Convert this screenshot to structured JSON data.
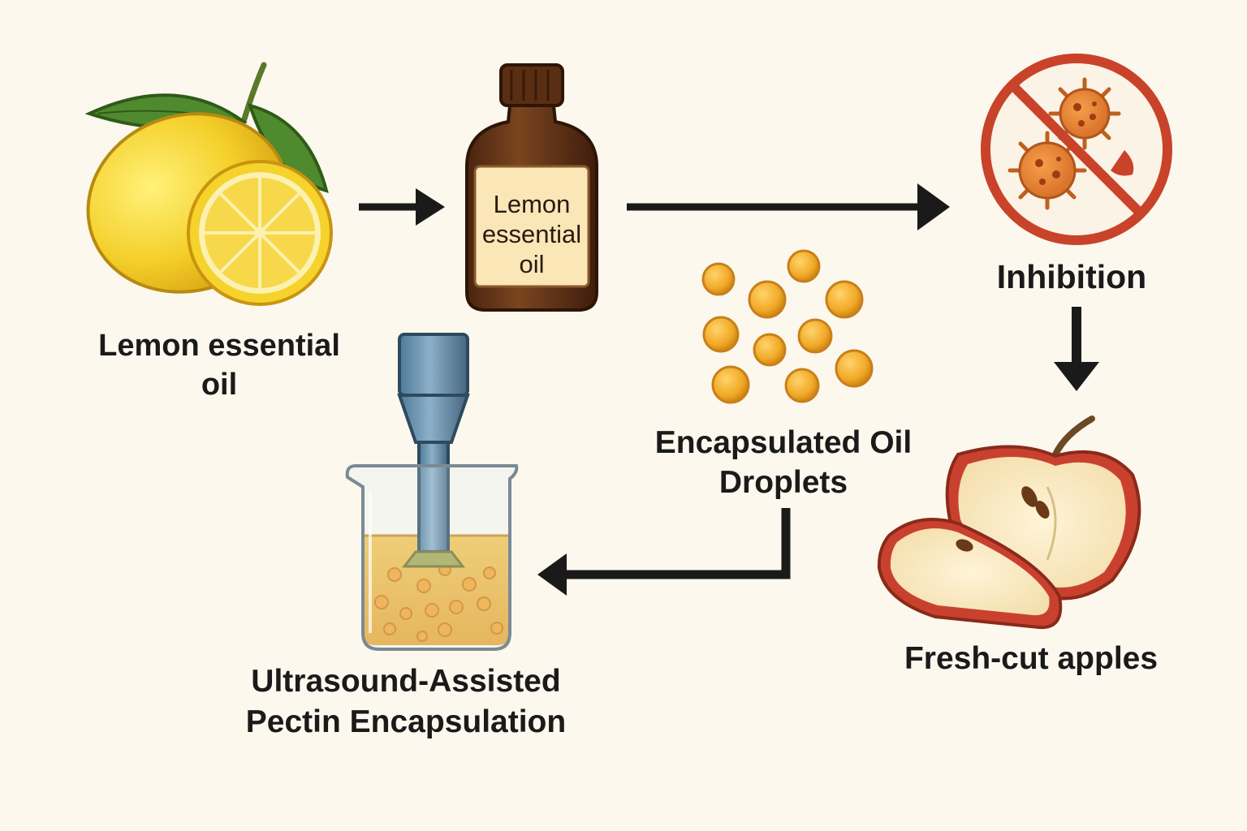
{
  "captions": {
    "lemon": [
      "Lemon essential",
      "oil"
    ],
    "bottle_label": [
      "Lemon",
      "essential",
      "oil"
    ],
    "inhibition": [
      "Inhibition"
    ],
    "droplets": [
      "Encapsulated Oil",
      "Droplets"
    ],
    "apples": [
      "Fresh-cut apples"
    ],
    "ultrasound": [
      "Ultrasound-Assisted",
      "Pectin Encapsulation"
    ]
  },
  "icons": {
    "lemons": "lemon-fruit-icon",
    "bottle": "essential-oil-bottle-icon",
    "inhibition": "no-microbes-icon",
    "droplets": "oil-droplets-icon",
    "apples": "apple-slices-icon",
    "probe": "ultrasound-probe-beaker-icon"
  },
  "colors": {
    "background": "#fcf8ee",
    "arrow": "#1a1a1a",
    "lemon": "#f4cf2a",
    "bottle": "#6a3a1c",
    "prohibition": "#c8432a",
    "droplet": "#f1a928",
    "apple_skin": "#c9412e",
    "liquid": "#f0b43a"
  }
}
